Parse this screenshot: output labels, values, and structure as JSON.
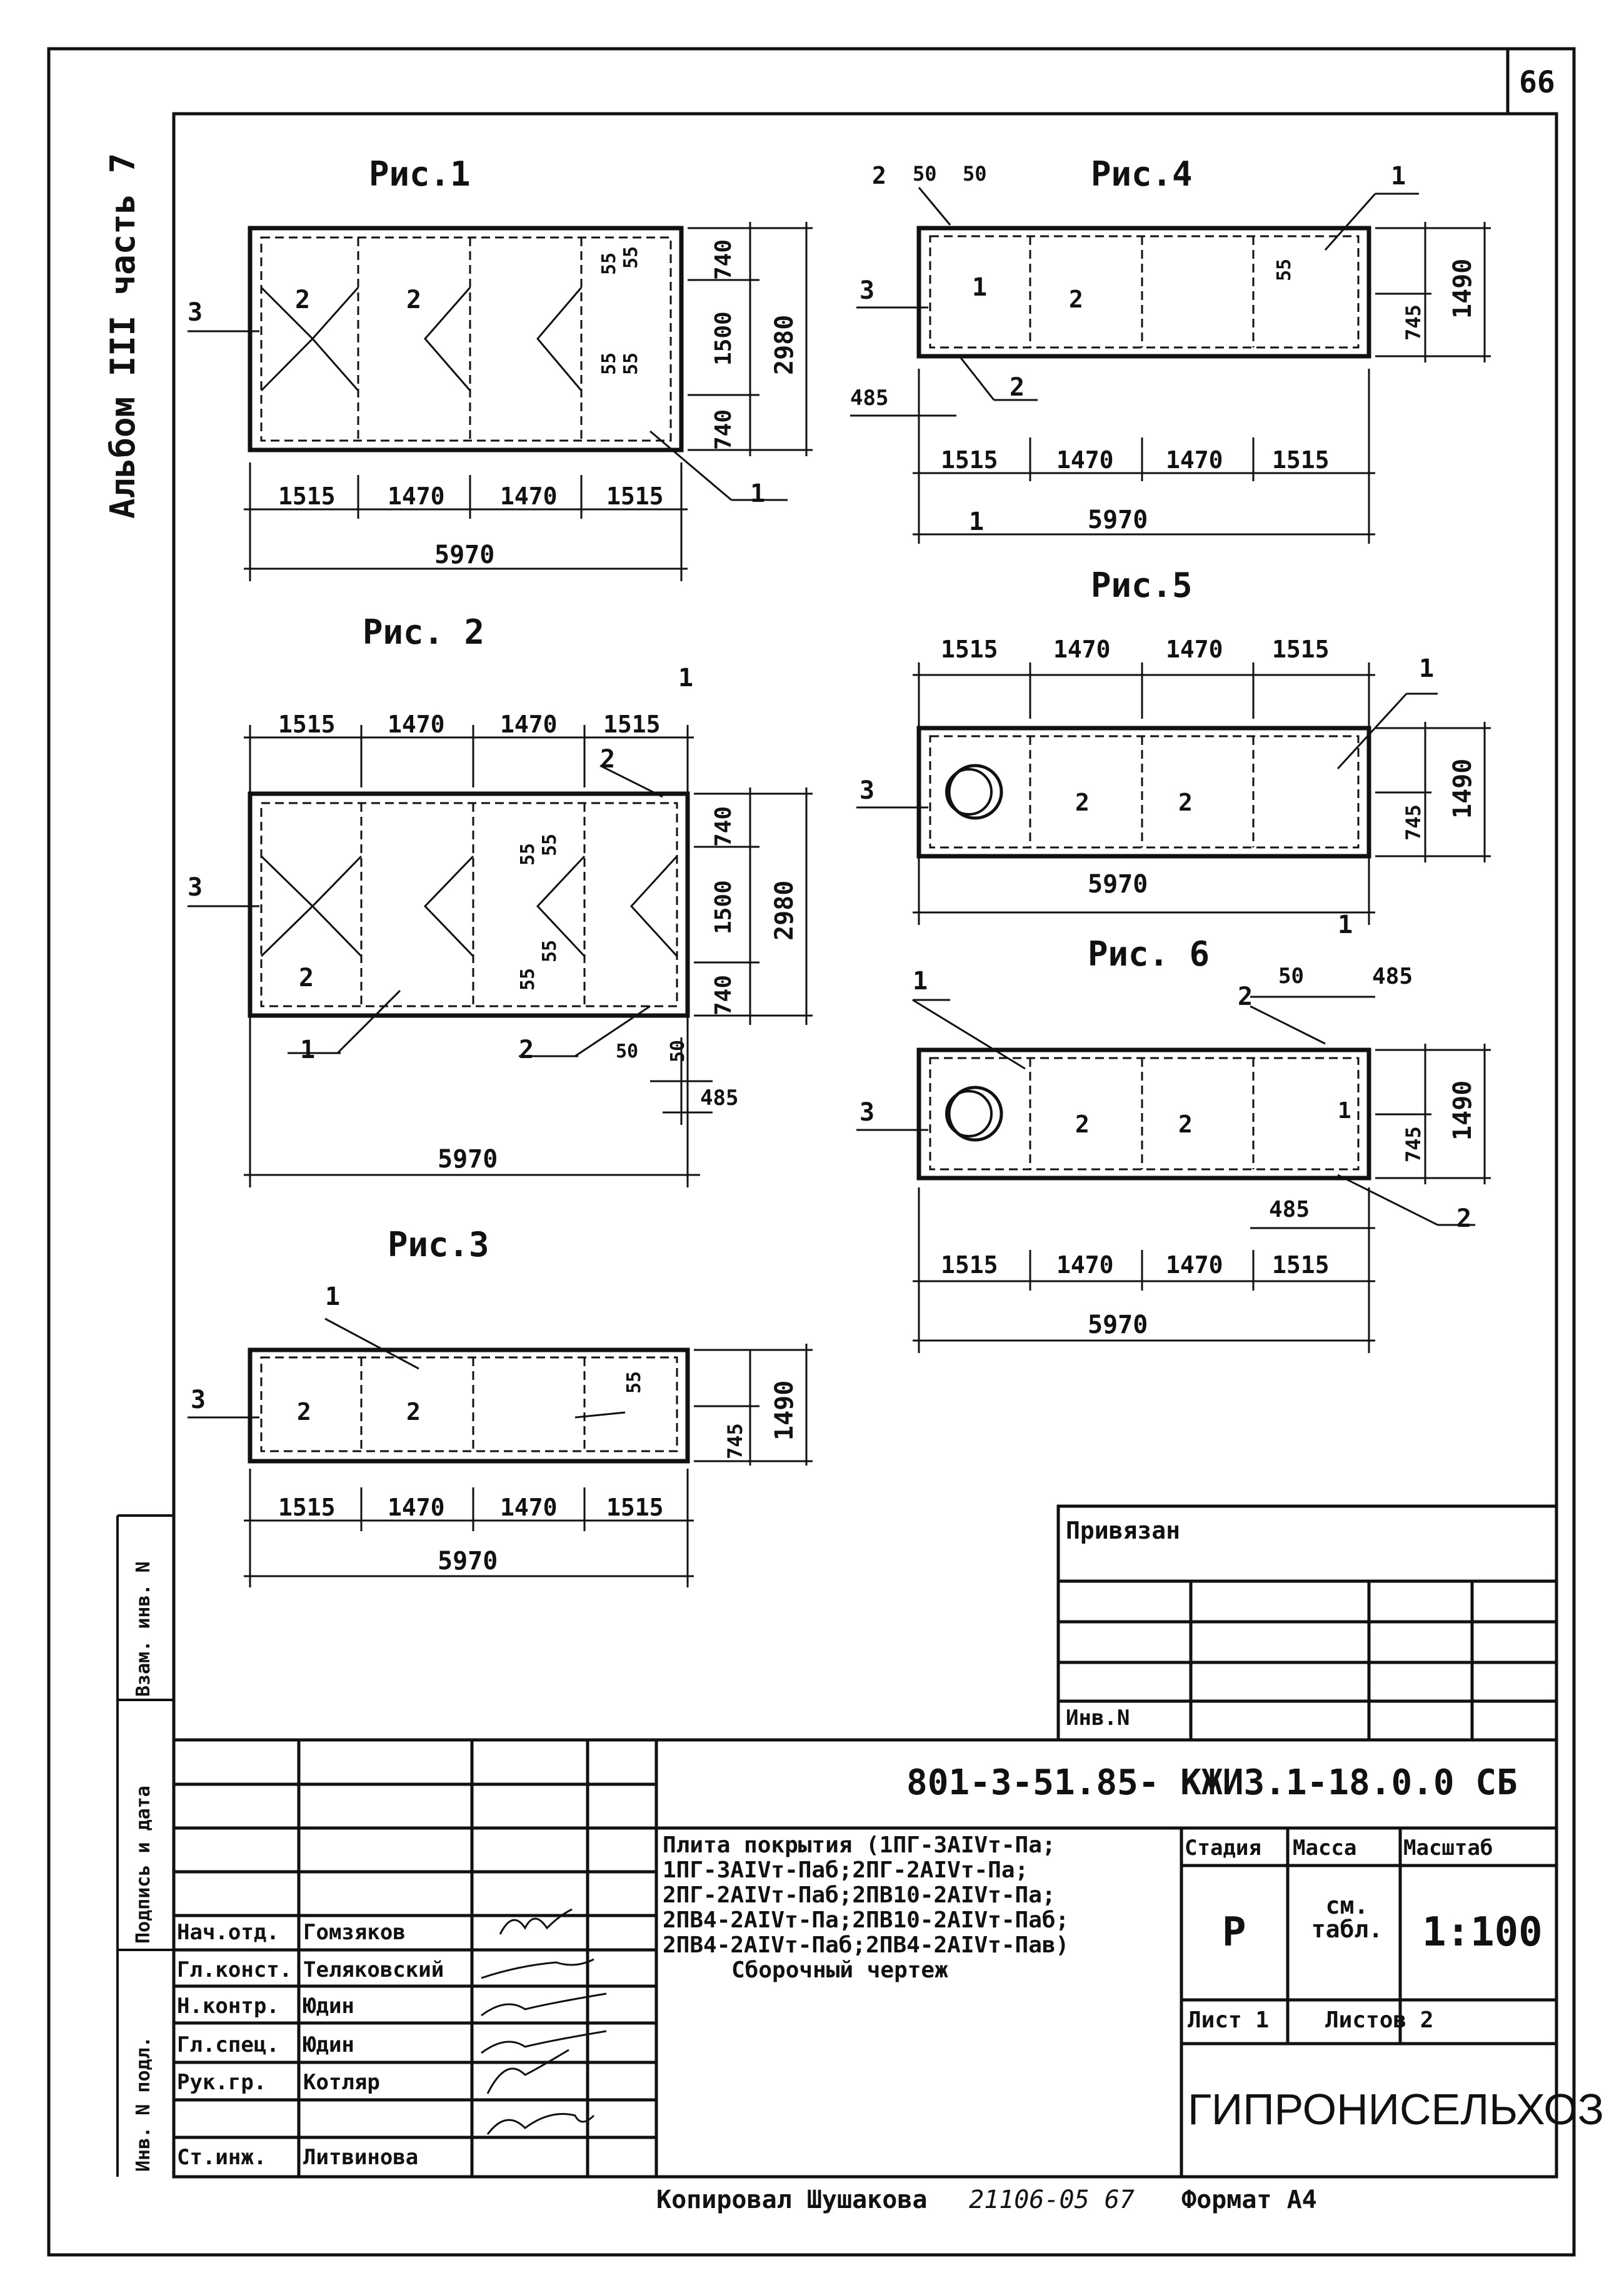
{
  "sheet": {
    "number": "66"
  },
  "side_album": "Альбом III часть 7",
  "side_labels": [
    "Инв. N подл.",
    "Подпись и дата",
    "Взам. инв. N"
  ],
  "figures": [
    {
      "caption": "Рис.1",
      "dims": [
        "1515",
        "1470",
        "1470",
        "1515"
      ],
      "total": "5970",
      "heights": [
        "740",
        "1500",
        "740"
      ],
      "height_total": "2980",
      "marks": [
        "3",
        "2",
        "2",
        "1",
        "55",
        "55",
        "55",
        "55"
      ]
    },
    {
      "caption": "Рис. 2",
      "dims": [
        "1515",
        "1470",
        "1470",
        "1515"
      ],
      "total": "5970",
      "heights": [
        "740",
        "1500",
        "740"
      ],
      "height_total": "2980",
      "marks": [
        "1",
        "2",
        "3",
        "1",
        "2",
        "2",
        "50",
        "50",
        "485",
        "55",
        "55",
        "55",
        "55"
      ]
    },
    {
      "caption": "Рис.3",
      "dims": [
        "1515",
        "1470",
        "1470",
        "1515"
      ],
      "total": "5970",
      "heights": [
        "745"
      ],
      "height_total": "1490",
      "marks": [
        "1",
        "3",
        "2",
        "2",
        "55"
      ]
    },
    {
      "caption": "Рис.4",
      "dims": [
        "1515",
        "1470",
        "1470",
        "1515"
      ],
      "total": "5970",
      "heights": [
        "745"
      ],
      "height_total": "1490",
      "marks": [
        "2",
        "50",
        "50",
        "1",
        "3",
        "2",
        "2",
        "1",
        "485",
        "55",
        "1"
      ]
    },
    {
      "caption": "Рис.5",
      "dims": [
        "1515",
        "1470",
        "1470",
        "1515"
      ],
      "total": "5970",
      "heights": [
        "745"
      ],
      "height_total": "1490",
      "marks": [
        "1",
        "3",
        "2",
        "2"
      ]
    },
    {
      "caption": "Рис. 6",
      "dims": [
        "1515",
        "1470",
        "1470",
        "1515"
      ],
      "total": "5970",
      "heights": [
        "745"
      ],
      "height_total": "1490",
      "marks": [
        "1",
        "1",
        "50",
        "485",
        "2",
        "3",
        "2",
        "2",
        "1",
        "485",
        "2"
      ]
    }
  ],
  "privyazan": {
    "title": "Привязан",
    "inv": "Инв.N"
  },
  "title_block": {
    "code": "801-3-51.85- КЖИ3.1-18.0.0 СБ",
    "description_lines": [
      "Плита покрытия (1ПГ-3АIVт-Па;",
      "1ПГ-3АIVт-Паб;2ПГ-2АIVт-Па;",
      "2ПГ-2АIVт-Паб;2ПВ10-2АIVт-Па;",
      "2ПВ4-2АIVт-Па;2ПВ10-2АIVт-Паб;",
      "2ПВ4-2АIVт-Паб;2ПВ4-2АIVт-Пав)",
      "Сборочный чертеж"
    ],
    "stage_header": "Стадия",
    "mass_header": "Масса",
    "scale_header": "Масштаб",
    "stage": "Р",
    "mass": "см. табл.",
    "scale": "1:100",
    "sheet": "Лист 1",
    "sheets": "Листов 2",
    "org": "ГИПРОНИСЕЛЬХОЗ",
    "people": [
      {
        "role": "Нач.отд.",
        "name": "Гомзяков"
      },
      {
        "role": "Гл.конст.",
        "name": "Теляковский"
      },
      {
        "role": "Н.контр.",
        "name": "Юдин"
      },
      {
        "role": "Гл.спец.",
        "name": "Юдин"
      },
      {
        "role": "Рук.гр.",
        "name": "Котляр"
      },
      {
        "role": "Ст.инж.",
        "name": "Литвинова"
      }
    ]
  },
  "footer": {
    "copied": "Копировал Шушакова",
    "stamp": "21106-05 67",
    "format": "Формат А4"
  }
}
